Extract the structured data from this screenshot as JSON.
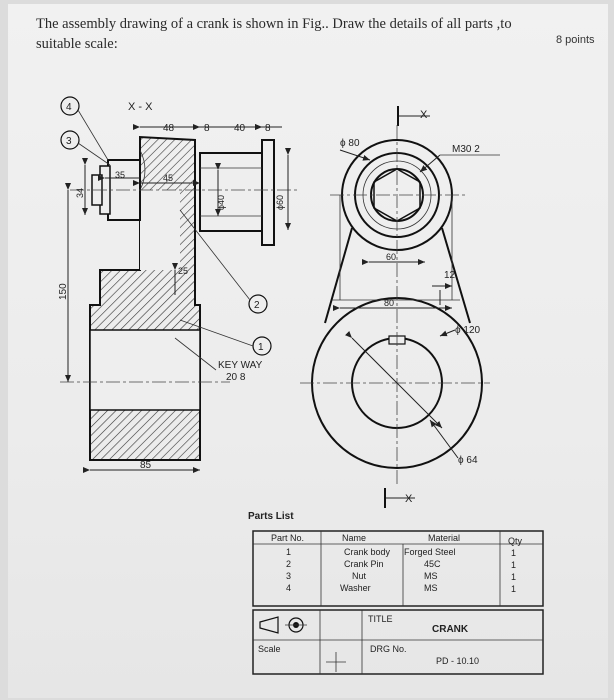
{
  "question": {
    "text": "The assembly drawing of a crank is shown in Fig.. Draw the details of all parts ,to suitable scale:",
    "points": "8 points"
  },
  "drawing": {
    "section_label_top": "X - X",
    "section_mark_top": "X",
    "section_mark_bottom": "X",
    "dims": {
      "d48": "48",
      "d8a": "8",
      "d40": "40",
      "d8b": "8",
      "d35": "35",
      "d45": "45",
      "d34": "34",
      "d40v": "ϕ40",
      "d60v": "ϕ60",
      "d25": "25",
      "d150": "150",
      "d85": "85",
      "phi80": "ϕ 80",
      "m30": "M30  2",
      "d60": "60",
      "d12": "12",
      "d80": "80",
      "phi120": "ϕ 120",
      "phi64": "ϕ 64"
    },
    "keyway": {
      "label": "KEY WAY",
      "size": "20  8"
    },
    "balloons": [
      "4",
      "3",
      "2",
      "1"
    ]
  },
  "parts_list": {
    "title": "Parts List",
    "headers": [
      "Part No.",
      "Name",
      "Material",
      "Qty"
    ],
    "rows": [
      {
        "no": "1",
        "name": "Crank body",
        "material": "Forged Steel",
        "qty": "1"
      },
      {
        "no": "2",
        "name": "Crank Pin",
        "material": "45C",
        "qty": "1"
      },
      {
        "no": "3",
        "name": "Nut",
        "material": "MS",
        "qty": "1"
      },
      {
        "no": "4",
        "name": "Washer",
        "material": "MS",
        "qty": "1"
      }
    ]
  },
  "title_block": {
    "title_label": "TITLE",
    "title_value": "CRANK",
    "scale_label": "Scale",
    "drg_label": "DRG No.",
    "drg_value": "PD - 10.10"
  }
}
